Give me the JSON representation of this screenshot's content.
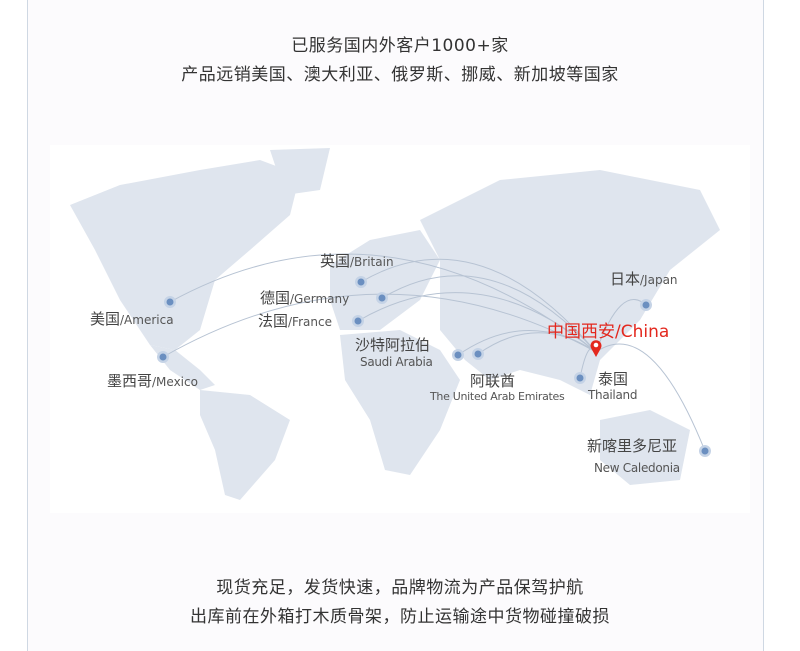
{
  "header": {
    "line1": "已服务国内外客户1000+家",
    "line2": "产品远销美国、澳大利亚、俄罗斯、挪威、新加坡等国家"
  },
  "map": {
    "origin": {
      "label": "中国西安/China",
      "color": "#e3281e"
    },
    "markers": [
      {
        "zh": "美国",
        "en": "/America"
      },
      {
        "zh": "墨西哥",
        "en": "/Mexico"
      },
      {
        "zh": "英国",
        "en": "/Britain"
      },
      {
        "zh": "德国",
        "en": "/Germany"
      },
      {
        "zh": "法国",
        "en": "/France"
      },
      {
        "zh": "沙特阿拉伯",
        "en": "Saudi Arabia"
      },
      {
        "zh": "阿联酋",
        "en": "The United Arab Emirates"
      },
      {
        "zh": "泰国",
        "en": "Thailand"
      },
      {
        "zh": "日本",
        "en": "/Japan"
      },
      {
        "zh": "新喀里多尼亚",
        "en": "New Caledonia"
      }
    ],
    "dot_color": "#6b8fc0"
  },
  "footer": {
    "line1": "现货充足，发货快速，品牌物流为产品保驾护航",
    "line2": "出库前在外箱打木质骨架，防止运输途中货物碰撞破损"
  }
}
